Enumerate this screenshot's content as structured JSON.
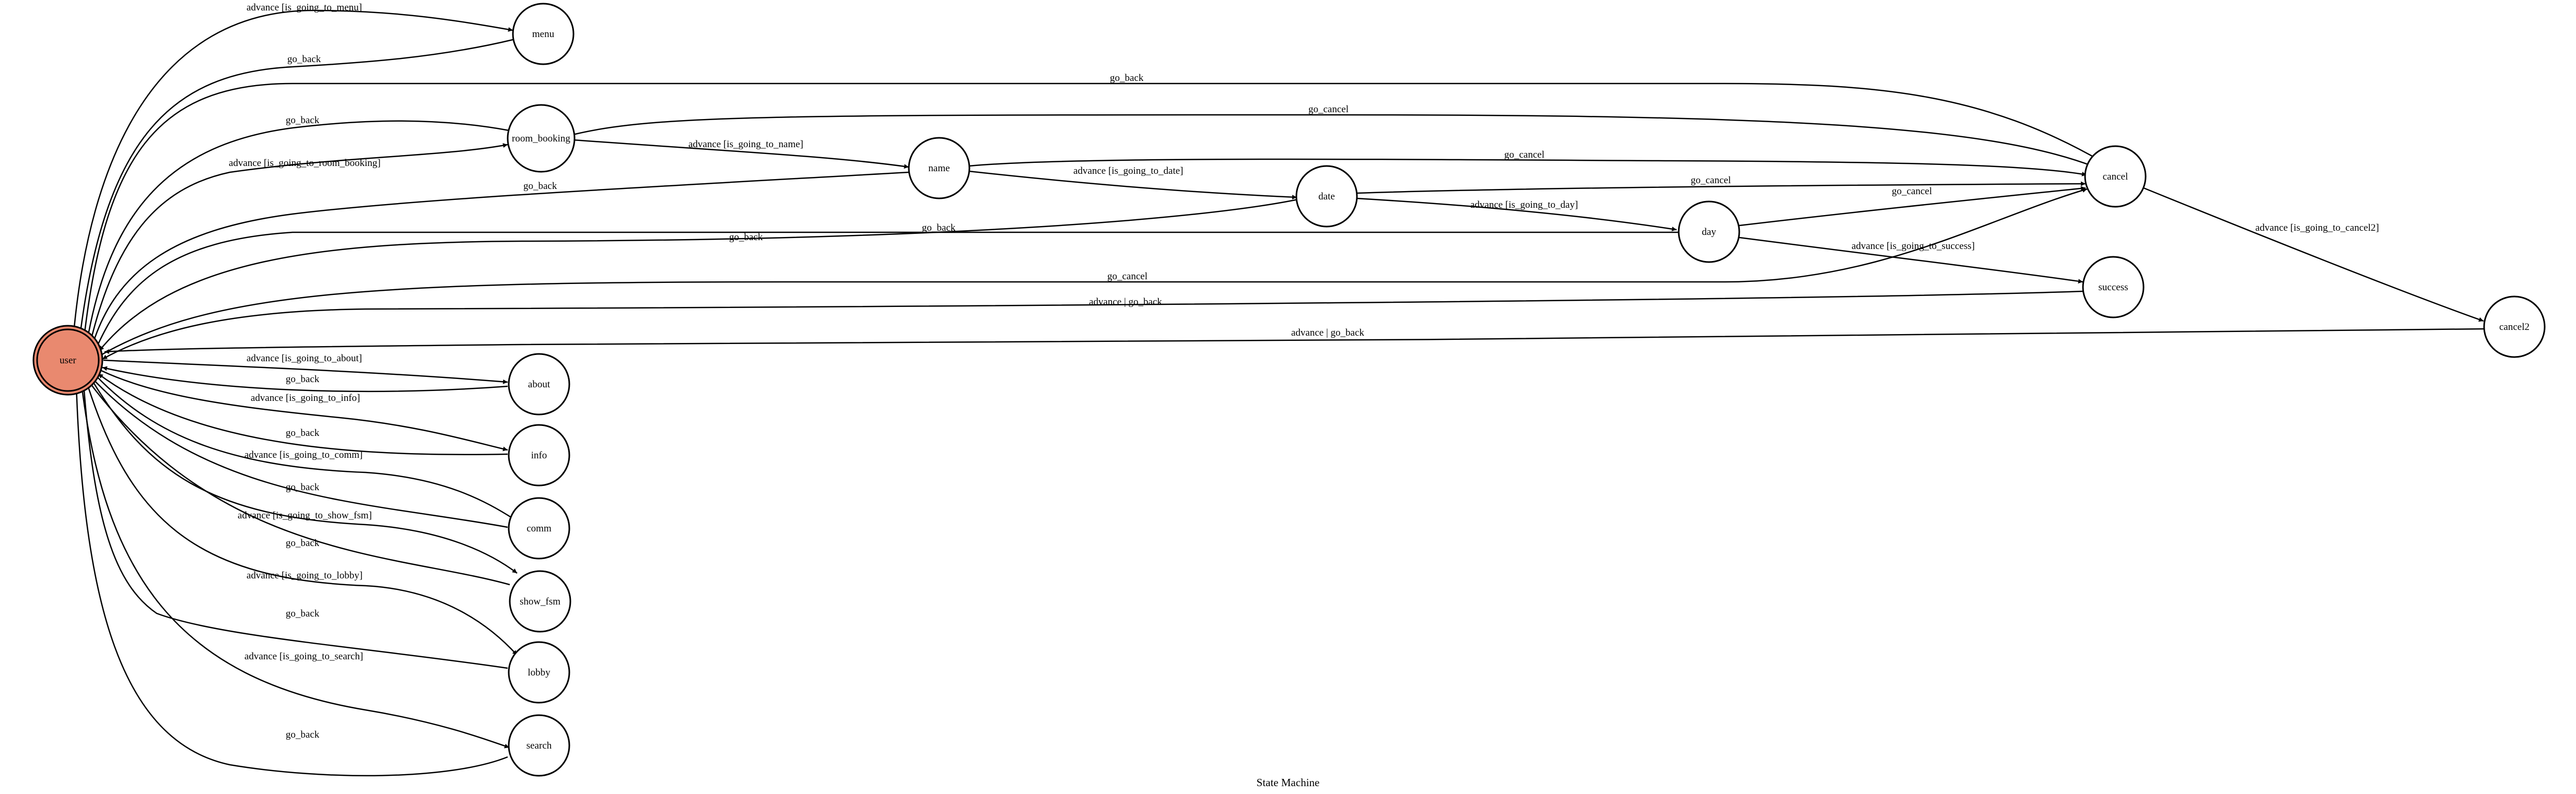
{
  "caption": "State Machine",
  "colors": {
    "start_fill": "#e9896f",
    "stroke": "#000000",
    "background": "#ffffff"
  },
  "nodes": {
    "user": "user",
    "menu": "menu",
    "room_booking": "room_booking",
    "name": "name",
    "date": "date",
    "day": "day",
    "cancel": "cancel",
    "success": "success",
    "cancel2": "cancel2",
    "about": "about",
    "info": "info",
    "comm": "comm",
    "show_fsm": "show_fsm",
    "lobby": "lobby",
    "search": "search"
  },
  "edges": {
    "to_menu": "advance [is_going_to_menu]",
    "menu_back": "go_back",
    "cancel_back": "go_back",
    "room_back": "go_back",
    "room_cancel": "go_cancel",
    "to_room": "advance [is_going_to_room_booking]",
    "to_name": "advance [is_going_to_name]",
    "name_cancel": "go_cancel",
    "to_date": "advance [is_going_to_date]",
    "name_back": "go_back",
    "date_cancel": "go_cancel",
    "to_day": "advance [is_going_to_day]",
    "day_cancel": "go_cancel",
    "day_back": "go_back",
    "date_back": "go_back",
    "to_success": "advance [is_going_to_success]",
    "user_cancel": "go_cancel",
    "success_back": "advance | go_back",
    "to_cancel2": "advance [is_going_to_cancel2]",
    "cancel2_back": "advance | go_back",
    "to_about": "advance [is_going_to_about]",
    "about_back": "go_back",
    "to_info": "advance [is_going_to_info]",
    "info_back": "go_back",
    "to_comm": "advance [is_going_to_comm]",
    "comm_back": "go_back",
    "to_show_fsm": "advance [is_going_to_show_fsm]",
    "show_fsm_back": "go_back",
    "to_lobby": "advance [is_going_to_lobby]",
    "lobby_back": "go_back",
    "to_search": "advance [is_going_to_search]",
    "search_back": "go_back"
  }
}
